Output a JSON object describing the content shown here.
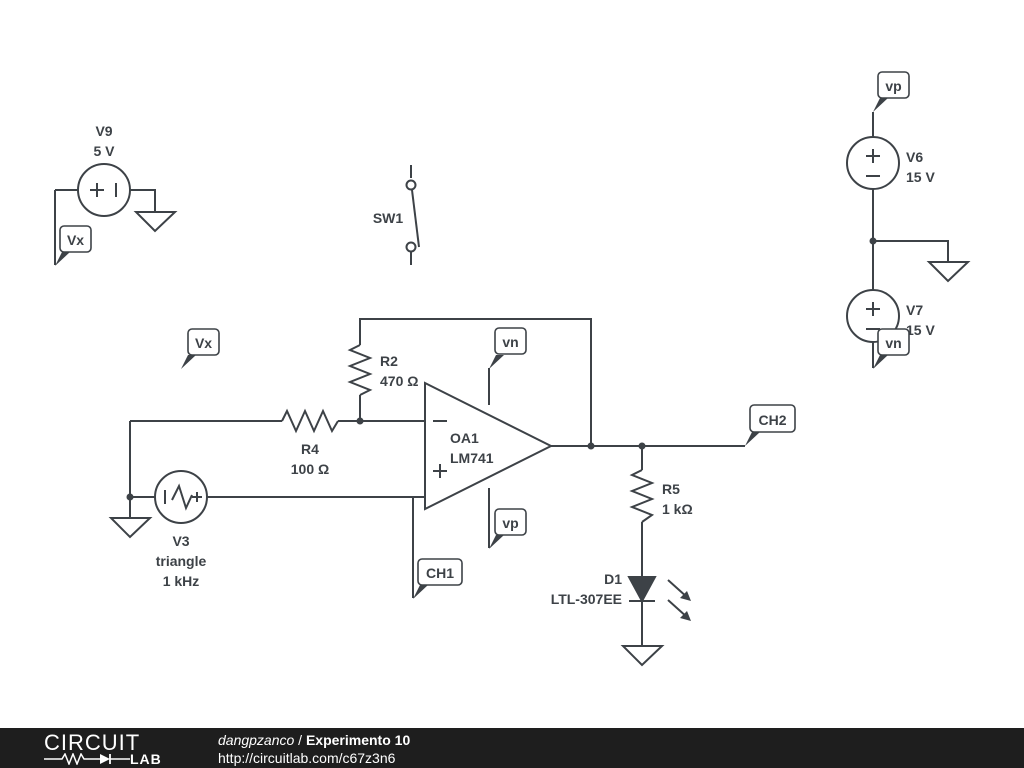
{
  "schematic": {
    "components": {
      "v9": {
        "name": "V9",
        "value": "5 V"
      },
      "sw1": {
        "name": "SW1"
      },
      "v6": {
        "name": "V6",
        "value": "15 V"
      },
      "v7": {
        "name": "V7",
        "value": "15 V"
      },
      "r2": {
        "name": "R2",
        "value": "470 Ω"
      },
      "r4": {
        "name": "R4",
        "value": "100 Ω"
      },
      "oa1": {
        "name": "OA1",
        "value": "LM741"
      },
      "v3": {
        "name": "V3",
        "value": "triangle",
        "freq": "1 kHz"
      },
      "r5": {
        "name": "R5",
        "value": "1 kΩ"
      },
      "d1": {
        "name": "D1",
        "value": "LTL-307EE"
      }
    },
    "net_labels": {
      "vx_v9": "Vx",
      "vx_free": "Vx",
      "vp_top": "vp",
      "vn_v7": "vn",
      "vn_opamp": "vn",
      "vp_opamp": "vp",
      "ch1": "CH1",
      "ch2": "CH2"
    },
    "colors": {
      "line": "#3d4247",
      "background": "#ffffff"
    }
  },
  "footer": {
    "logo_top": "CIRCUIT",
    "logo_bottom": "LAB",
    "author": "dangpzanco",
    "separator": " / ",
    "title": "Experimento 10",
    "url": "http://circuitlab.com/c67z3n6",
    "colors": {
      "background": "#1e1e1e",
      "text": "#ffffff"
    }
  }
}
